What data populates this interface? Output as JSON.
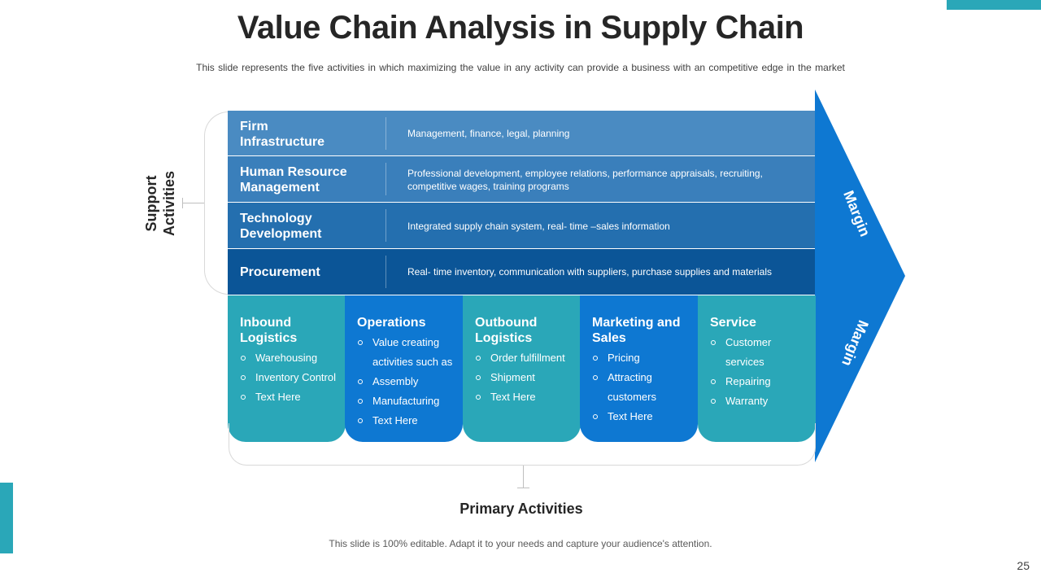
{
  "title": "Value Chain Analysis in Supply Chain",
  "subtitle": "This slide represents the five activities in which maximizing the value in any activity can provide  a business with an competitive edge in the market",
  "support": {
    "label_line1": "Support",
    "label_line2": "Activities",
    "rows": [
      {
        "name_line1": "Firm",
        "name_line2": "Infrastructure",
        "desc": "Management, finance, legal, planning"
      },
      {
        "name_line1": "Human Resource",
        "name_line2": "Management",
        "desc": "Professional development, employee relations, performance  appraisals, recruiting, competitive wages, training programs"
      },
      {
        "name_line1": "Technology",
        "name_line2": "Development",
        "desc": "Integrated supply chain system, real- time –sales information"
      },
      {
        "name_line1": "Procurement",
        "name_line2": "",
        "desc": "Real- time inventory, communication with suppliers, purchase supplies and materials"
      }
    ]
  },
  "primary": {
    "label": "Primary Activities",
    "columns": [
      {
        "title_line1": "Inbound",
        "title_line2": "Logistics",
        "items": [
          "Warehousing",
          "Inventory Control",
          "Text Here"
        ]
      },
      {
        "title_line1": "Operations",
        "title_line2": "",
        "items": [
          "Value creating activities such as",
          " Assembly",
          "Manufacturing",
          "Text Here"
        ]
      },
      {
        "title_line1": "Outbound",
        "title_line2": "Logistics",
        "items": [
          "Order fulfillment",
          "Shipment",
          "Text Here"
        ]
      },
      {
        "title_line1": "Marketing and",
        "title_line2": "Sales",
        "items": [
          "Pricing",
          "Attracting customers",
          "Text Here"
        ]
      },
      {
        "title_line1": "Service",
        "title_line2": "",
        "items": [
          "Customer services",
          "Repairing",
          "Warranty"
        ]
      }
    ]
  },
  "margin": {
    "top_label": "Margin",
    "bottom_label": "Margin"
  },
  "footer": "This slide is 100% editable. Adapt it to your needs and capture your audience's attention.",
  "page_number": "25",
  "colors": {
    "accent": "#2aa7b8",
    "arrow": "#0e78d2",
    "row1": "#4a8bc2",
    "row2": "#3a7fbb",
    "row3": "#246faf",
    "row4": "#0b5597"
  }
}
